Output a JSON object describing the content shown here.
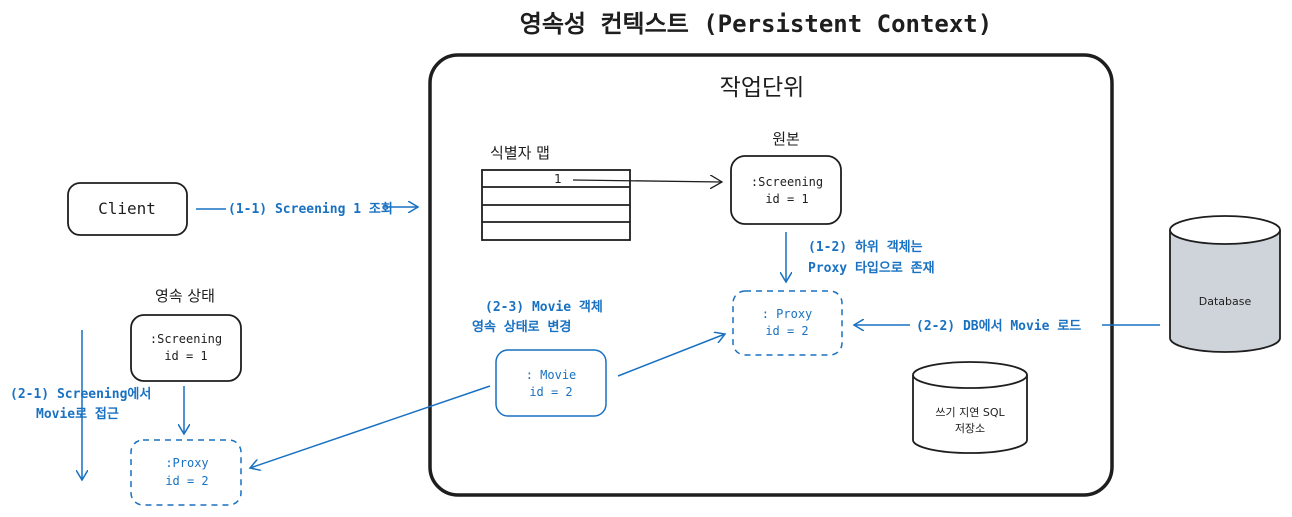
{
  "title": "영속성 컨텍스트 (Persistent Context)",
  "unit_of_work": {
    "title": "작업단위"
  },
  "identity_map": {
    "label": "식별자 맵",
    "first_row": "1"
  },
  "original": {
    "label": "원본",
    "line1": ":Screening",
    "line2": "id = 1"
  },
  "client": {
    "label": "Client"
  },
  "persistent_state": {
    "label": "영속 상태",
    "line1": ":Screening",
    "line2": "id = 1"
  },
  "proxy_inner": {
    "line1": ": Proxy",
    "line2": "id = 2"
  },
  "proxy_outer": {
    "line1": ":Proxy",
    "line2": "id = 2"
  },
  "movie": {
    "line1": ": Movie",
    "line2": "id = 2"
  },
  "database": {
    "label": "Database"
  },
  "sql_store": {
    "line1": "쓰기 지연 SQL",
    "line2": "저장소"
  },
  "annotations": {
    "step_1_1": "(1-1) Screening 1 조회",
    "step_1_2_line1": "(1-2) 하위 객체는",
    "step_1_2_line2": "Proxy 타입으로 존재",
    "step_2_1_line1": "(2-1) Screening에서",
    "step_2_1_line2": "Movie로 접근",
    "step_2_2": "(2-2) DB에서 Movie 로드",
    "step_2_3_line1": "(2-3) Movie 객체",
    "step_2_3_line2": "영속 상태로 변경"
  },
  "colors": {
    "ink": "#1e1e1e",
    "accent": "#1971c2",
    "db_fill": "#ced4da"
  }
}
